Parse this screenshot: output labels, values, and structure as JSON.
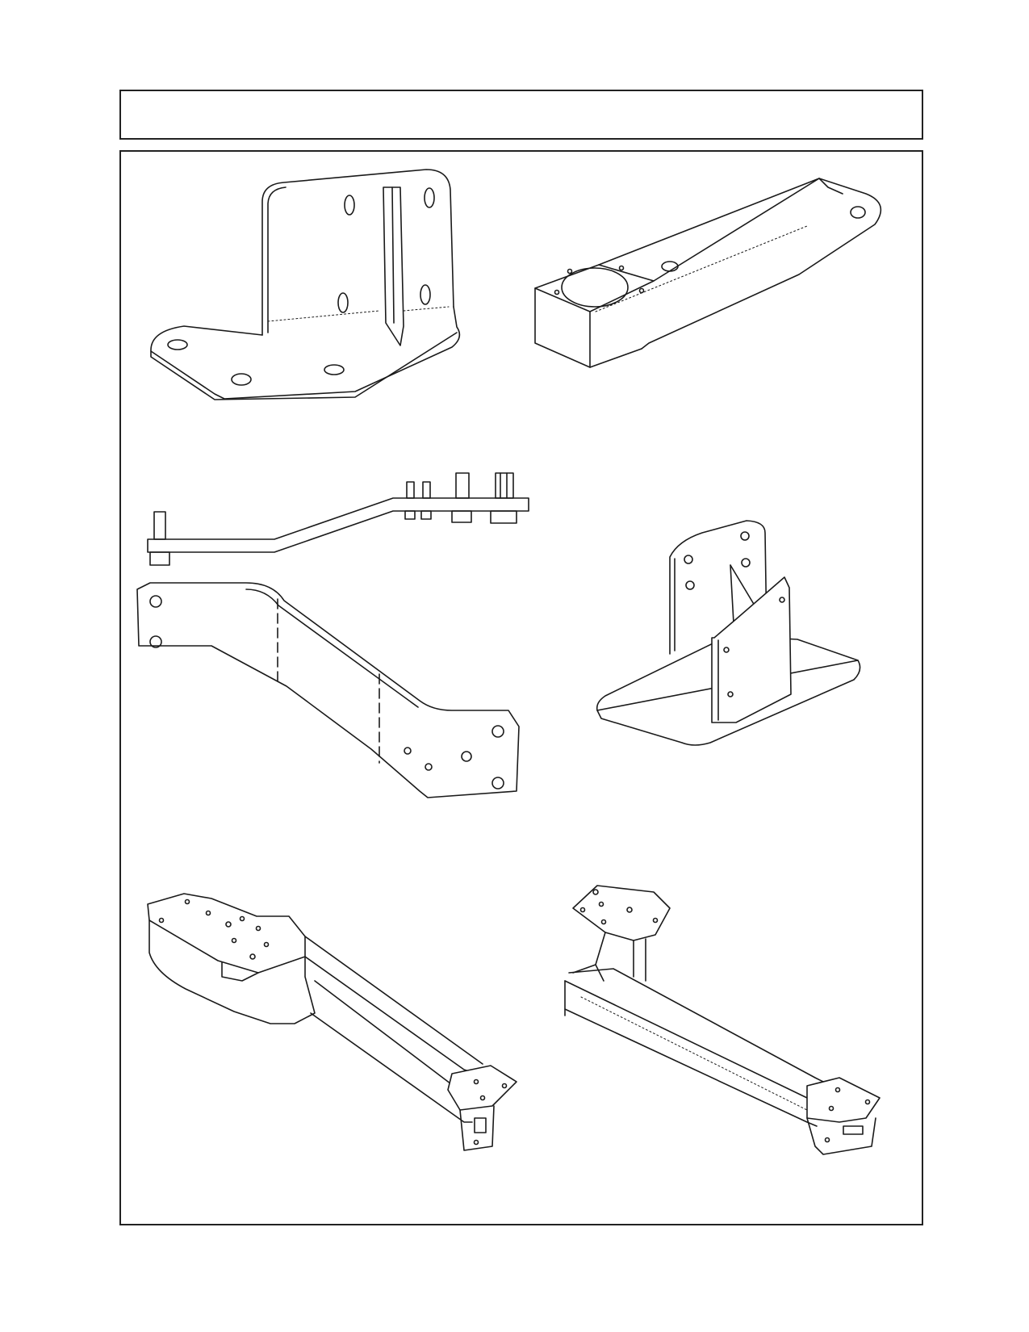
{
  "header": {
    "title": ""
  },
  "figures": [
    {
      "id": "mounting-bracket-plate",
      "label": ""
    },
    {
      "id": "tube-arm",
      "label": ""
    },
    {
      "id": "bolt-bar-side-view",
      "label": ""
    },
    {
      "id": "offset-strap-plate",
      "label": ""
    },
    {
      "id": "gusset-bracket",
      "label": ""
    },
    {
      "id": "left-crossmember-assembly",
      "label": ""
    },
    {
      "id": "right-crossmember-assembly",
      "label": ""
    }
  ],
  "colors": {
    "line": "#1a1a1a",
    "frame": "#222222",
    "background": "#ffffff"
  }
}
